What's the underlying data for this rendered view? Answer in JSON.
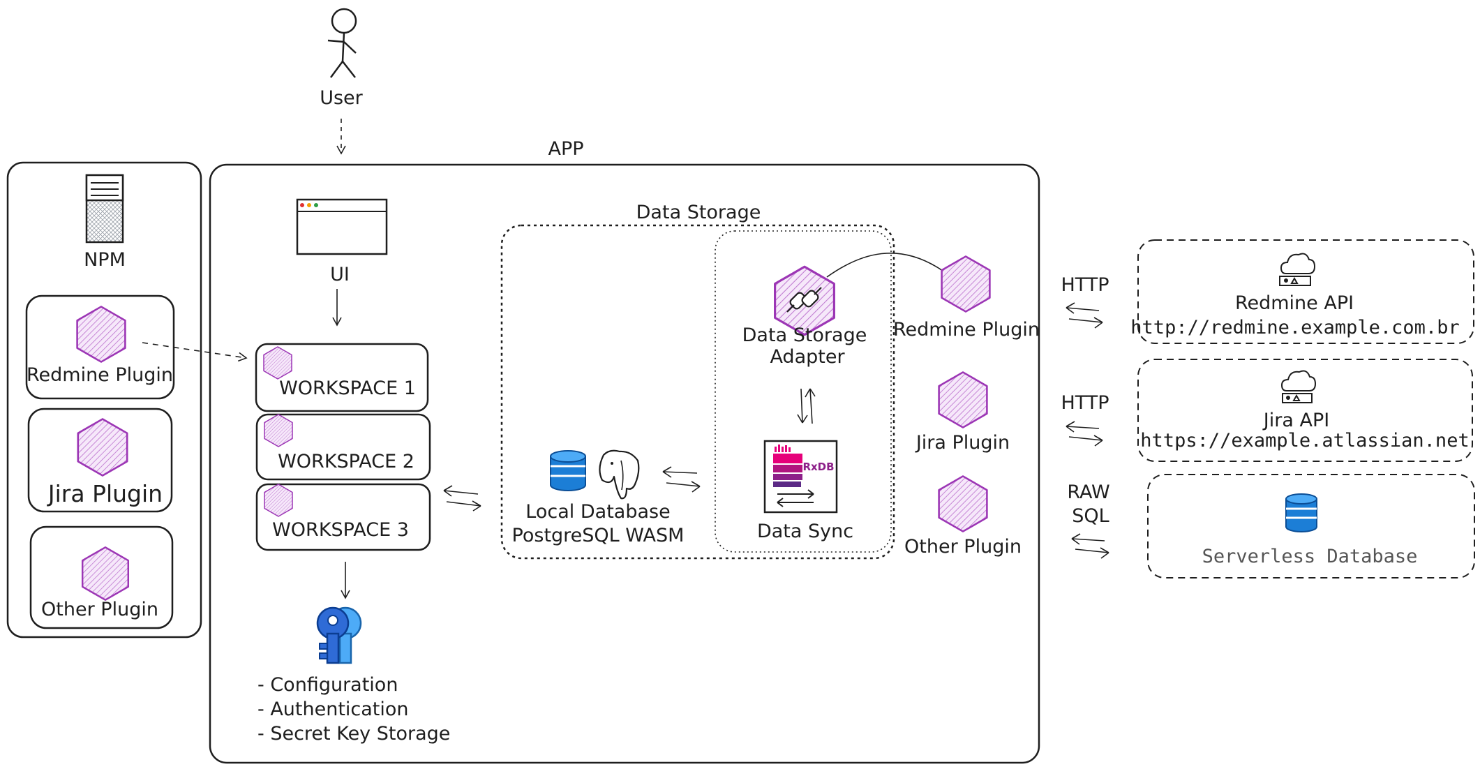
{
  "user": {
    "label": "User"
  },
  "npm": {
    "label": "NPM",
    "plugins": [
      {
        "label": "Redmine Plugin"
      },
      {
        "label": "Jira Plugin"
      },
      {
        "label": "Other Plugin"
      }
    ]
  },
  "app": {
    "label": "APP",
    "ui_label": "UI",
    "workspaces": [
      {
        "label": "WORKSPACE 1"
      },
      {
        "label": "WORKSPACE 2"
      },
      {
        "label": "WORKSPACE 3"
      }
    ],
    "keys": [
      "- Configuration",
      "- Authentication",
      "- Secret Key Storage"
    ],
    "data_storage": {
      "label": "Data Storage",
      "local_db_line1": "Local Database",
      "local_db_line2": "PostgreSQL WASM",
      "adapter_line1": "Data Storage",
      "adapter_line2": "Adapter",
      "sync_label": "Data Sync",
      "rxdb_logo_text": "RxDB"
    },
    "plugins": [
      {
        "label": "Redmine Plugin"
      },
      {
        "label": "Jira Plugin"
      },
      {
        "label": "Other Plugin"
      }
    ]
  },
  "external": [
    {
      "protocol_line1": "HTTP",
      "protocol_line2": "",
      "title": "Redmine API",
      "url": "http://redmine.example.com.br"
    },
    {
      "protocol_line1": "HTTP",
      "protocol_line2": "",
      "title": "Jira API",
      "url": "https://example.atlassian.net"
    },
    {
      "protocol_line1": "RAW",
      "protocol_line2": "SQL",
      "title": "",
      "url": "Serverless Database"
    }
  ],
  "colors": {
    "plugin_purple": "#9c36b5",
    "plugin_fill": "#e9c6f2",
    "db_blue": "#1c7ed6",
    "key_blue": "#2f6bd6",
    "rxdb_pink": "#e6007a",
    "rxdb_purple": "#8d2089"
  }
}
